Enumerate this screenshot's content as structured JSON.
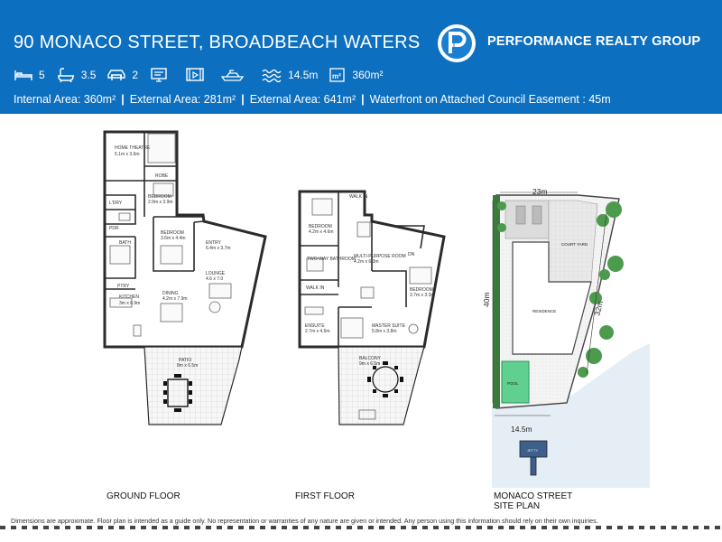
{
  "header": {
    "title": "90 MONACO STREET, BROADBEACH WATERS",
    "brand": "PERFORMANCE REALTY GROUP",
    "brand_color": "#0d6fbf",
    "features": [
      {
        "icon": "bed-icon",
        "value": "5"
      },
      {
        "icon": "bath-icon",
        "value": "3.5"
      },
      {
        "icon": "car-icon",
        "value": "2"
      },
      {
        "icon": "study-icon",
        "value": ""
      },
      {
        "icon": "media-room-icon",
        "value": ""
      },
      {
        "icon": "boat-icon",
        "value": ""
      },
      {
        "icon": "water-frontage-icon",
        "value": "14.5m"
      },
      {
        "icon": "land-area-icon",
        "value": "360m²"
      }
    ],
    "areas": [
      "Internal Area: 360m²",
      "External Area: 281m²",
      "External Area: 641m²",
      "Waterfront on Attached Council Easement : 45m"
    ]
  },
  "ground_floor": {
    "label": "GROUND FLOOR",
    "rooms": {
      "home_theatre": "HOME THEATRE",
      "home_theatre_size": "5.1m x 3.6m",
      "robe": "ROBE",
      "bed": "BEDROOM",
      "bed_size": "2.9m x 3.9m",
      "lndry": "L'DRY",
      "pdr": "PDR",
      "bath": "BATH",
      "bedroom2": "BEDROOM",
      "bedroom2_size": "3.6m x 4.4m",
      "entry": "ENTRY",
      "entry_size": "6.4m x 3.7m",
      "ptry": "PTRY",
      "kitchen": "KITCHEN",
      "kitchen_size": "3m x 6.9m",
      "dining": "DINING",
      "dining_size": "4.2m x 7.9m",
      "lounge": "LOUNGE",
      "lounge_size": "4.6 x 7.0",
      "patio": "PATIO",
      "patio_size": "8m x 6.5m"
    }
  },
  "first_floor": {
    "label": "FIRST FLOOR",
    "rooms": {
      "walkin": "WALK IN",
      "bedroom": "BEDROOM",
      "bedroom_size": "4.2m x 4.6m",
      "twoway_bath": "TWO-WAY BATHROOM",
      "multi": "MULTI-PURPOSE ROOM",
      "multi_size": "4.2m x 6.3m",
      "dn": "DN",
      "walkin2": "WALK IN",
      "bedroom2": "BEDROOM",
      "bedroom2_size": "3.7m x 3.3m",
      "ensuite": "ENSUITE",
      "ensuite_size": "2.7m x 4.6m",
      "master": "MASTER SUITE",
      "master_size": "5.8m x 3.8m",
      "balcony": "BALCONY",
      "balcony_size": "9m x 6.5m"
    }
  },
  "site_plan": {
    "label_line1": "MONACO STREET",
    "label_line2": "SITE PLAN",
    "top_dim": "23m",
    "left_dim": "40m",
    "right_dim": "32m",
    "water_dim": "14.5m",
    "court_yard": "COURT YARD",
    "residence": "RESIDENCE",
    "pool": "POOL",
    "jetty": "JETTY"
  },
  "disclaimer": "Dimensions are approximate. Floor plan is intended as a guide only. No representation or warranties of any nature are given or intended. Any person using this information should rely on their own inquiries."
}
